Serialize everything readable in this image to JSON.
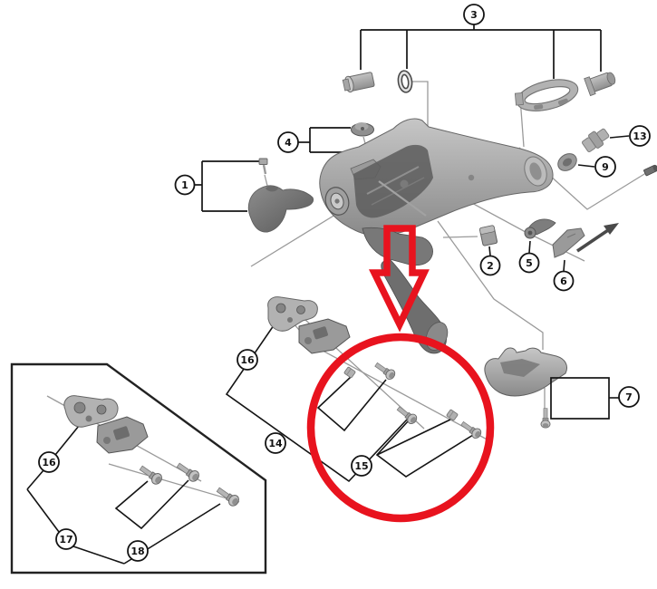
{
  "figure": {
    "kind": "exploded-parts-diagram",
    "subject": "bicycle shifter / brake lever assembly service diagram"
  },
  "callouts": {
    "c1": {
      "label": "1"
    },
    "c2": {
      "label": "2"
    },
    "c3": {
      "label": "3"
    },
    "c4": {
      "label": "4"
    },
    "c5": {
      "label": "5"
    },
    "c6": {
      "label": "6"
    },
    "c7": {
      "label": "7"
    },
    "c9": {
      "label": "9"
    },
    "c13": {
      "label": "13"
    },
    "c14": {
      "label": "14"
    },
    "c15": {
      "label": "15"
    },
    "c16a": {
      "label": "16"
    },
    "c16b": {
      "label": "16"
    },
    "c17": {
      "label": "17"
    },
    "c18": {
      "label": "18"
    }
  },
  "colors": {
    "highlight": "#e8131e",
    "leader": "#141414",
    "construction": "#9a9a9a",
    "part_light": "#b5b5b5",
    "part_dark": "#6e6e6e",
    "background": "#ffffff"
  },
  "icons": {
    "emphasis_arrow": "red outlined arrow pointing down",
    "emphasis_circle": "red ellipse highlighting screw set 15",
    "direction_arrow": "dark arrow pointing up-right near part 6"
  }
}
